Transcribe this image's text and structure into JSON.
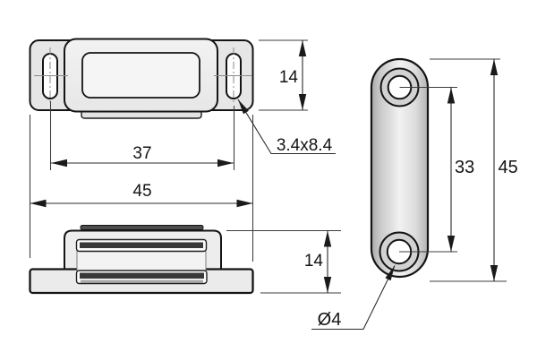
{
  "drawing": {
    "subject": "magnetic-catch-technical-drawing",
    "dimensions": {
      "front_slot_spacing": "37",
      "front_overall_width": "45",
      "front_height": "14",
      "slot_size": "3.4x8.4",
      "side_height": "14",
      "plate_hole_spacing": "33",
      "plate_height": "45",
      "plate_hole_diameter": "Ø4"
    },
    "colors": {
      "background": "#ffffff",
      "outline": "#141414",
      "dimension_lines": "#2b2b2b",
      "body_fill": "#ececec",
      "plate_shade_dark": "#ababab",
      "plate_shade_light": "#f1f1f1",
      "groove_fill": "#383838"
    }
  }
}
